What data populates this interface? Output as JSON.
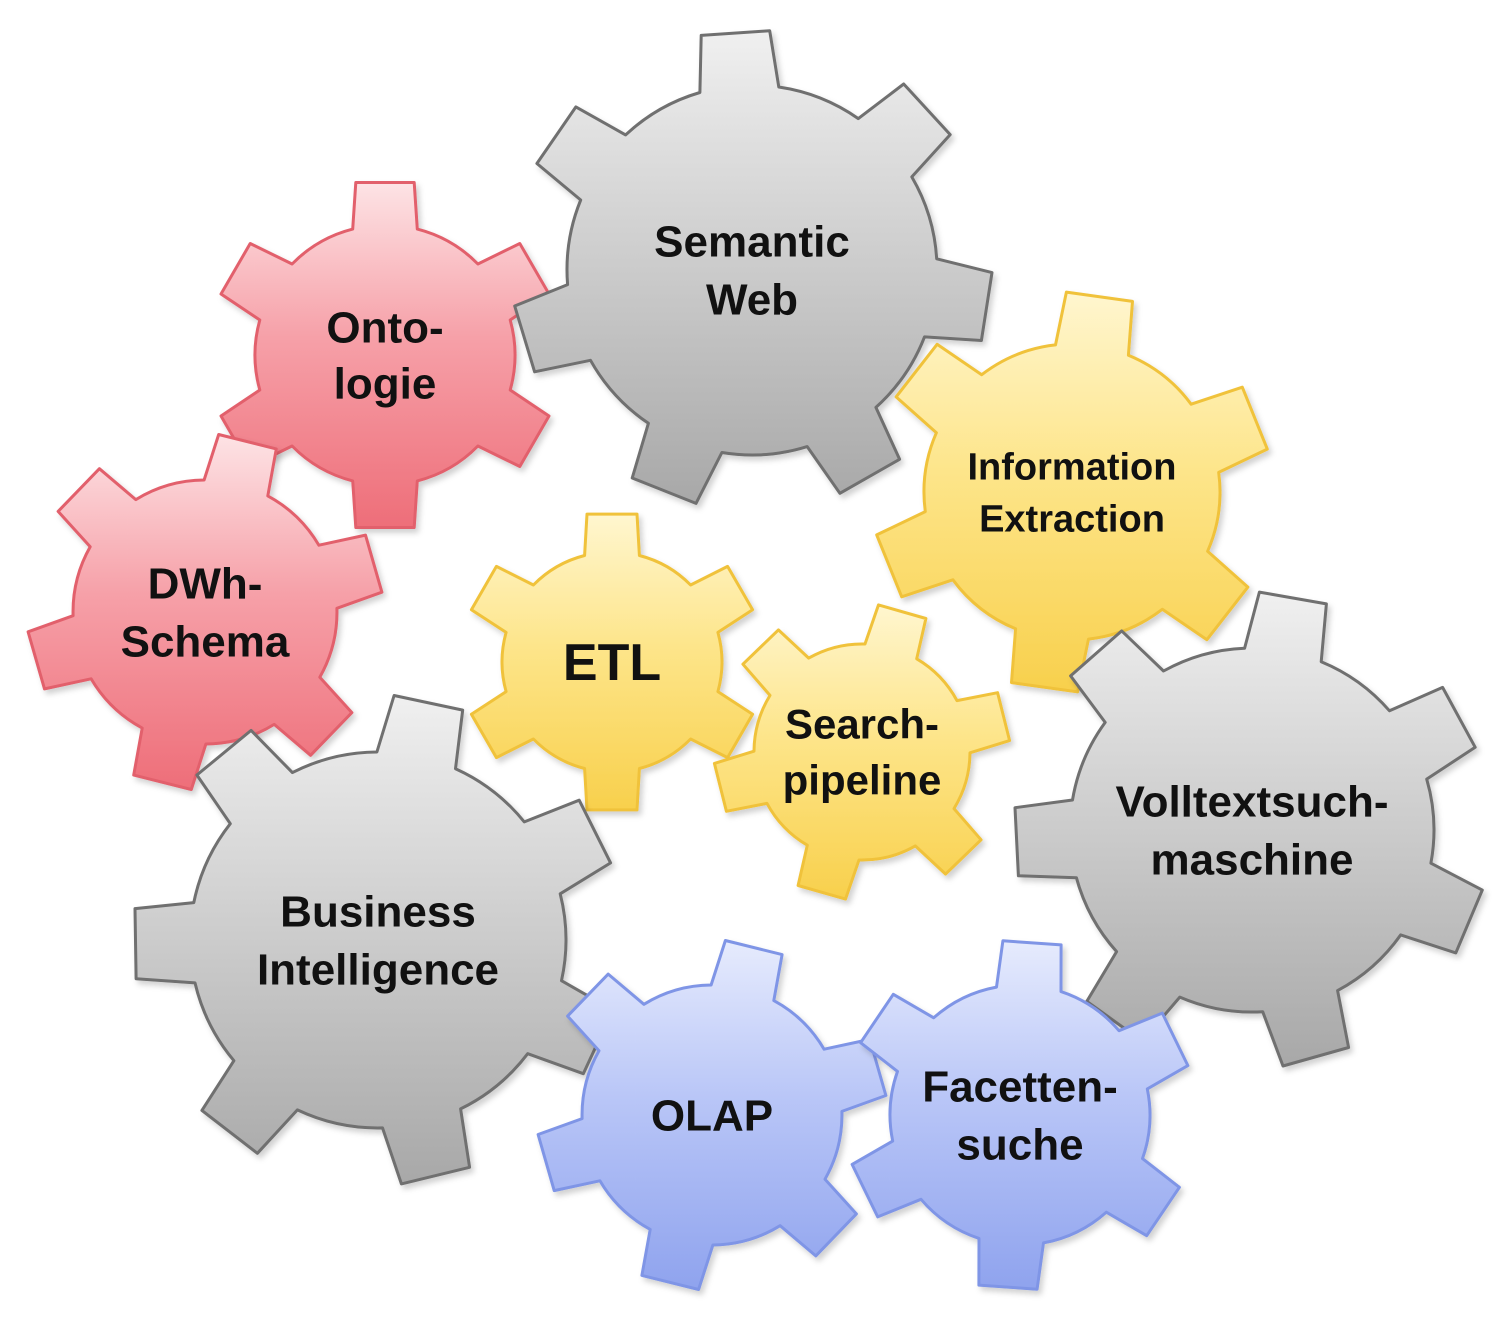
{
  "palette": {
    "red": {
      "light": "#fde3e5",
      "mid": "#f6a0a8",
      "dark": "#ee6e79",
      "stroke": "#e2606c"
    },
    "gray": {
      "light": "#f0f0f0",
      "mid": "#cfcfcf",
      "dark": "#a8a8a8",
      "stroke": "#6f6f6f"
    },
    "yellow": {
      "light": "#fff6cf",
      "mid": "#fde58a",
      "dark": "#f8d04c",
      "stroke": "#f0c23a"
    },
    "blue": {
      "light": "#e6ebfd",
      "mid": "#b9c6f7",
      "dark": "#8fa3ee",
      "stroke": "#7f95e6"
    }
  },
  "gears": [
    {
      "id": "gear-ontologie",
      "label_lines": [
        "Onto-",
        "logie"
      ],
      "color": "red",
      "teeth": 6
    },
    {
      "id": "gear-semantic-web",
      "label_lines": [
        "Semantic",
        "Web"
      ],
      "color": "gray",
      "teeth": 7
    },
    {
      "id": "gear-information-extraction",
      "label_lines": [
        "Information",
        "Extraction"
      ],
      "color": "yellow",
      "teeth": 6
    },
    {
      "id": "gear-dwh-schema",
      "label_lines": [
        "DWh-",
        "Schema"
      ],
      "color": "red",
      "teeth": 6
    },
    {
      "id": "gear-etl",
      "label_lines": [
        "ETL"
      ],
      "color": "yellow",
      "teeth": 6
    },
    {
      "id": "gear-searchpipeline",
      "label_lines": [
        "Search-",
        "pipeline"
      ],
      "color": "yellow",
      "teeth": 6
    },
    {
      "id": "gear-volltextsuchmaschine",
      "label_lines": [
        "Volltextsuch-",
        "maschine"
      ],
      "color": "gray",
      "teeth": 7
    },
    {
      "id": "gear-business-intelligence",
      "label_lines": [
        "Business",
        "Intelligence"
      ],
      "color": "gray",
      "teeth": 7
    },
    {
      "id": "gear-olap",
      "label_lines": [
        "OLAP"
      ],
      "color": "blue",
      "teeth": 6
    },
    {
      "id": "gear-facettensuche",
      "label_lines": [
        "Facetten-",
        "suche"
      ],
      "color": "blue",
      "teeth": 6
    }
  ]
}
